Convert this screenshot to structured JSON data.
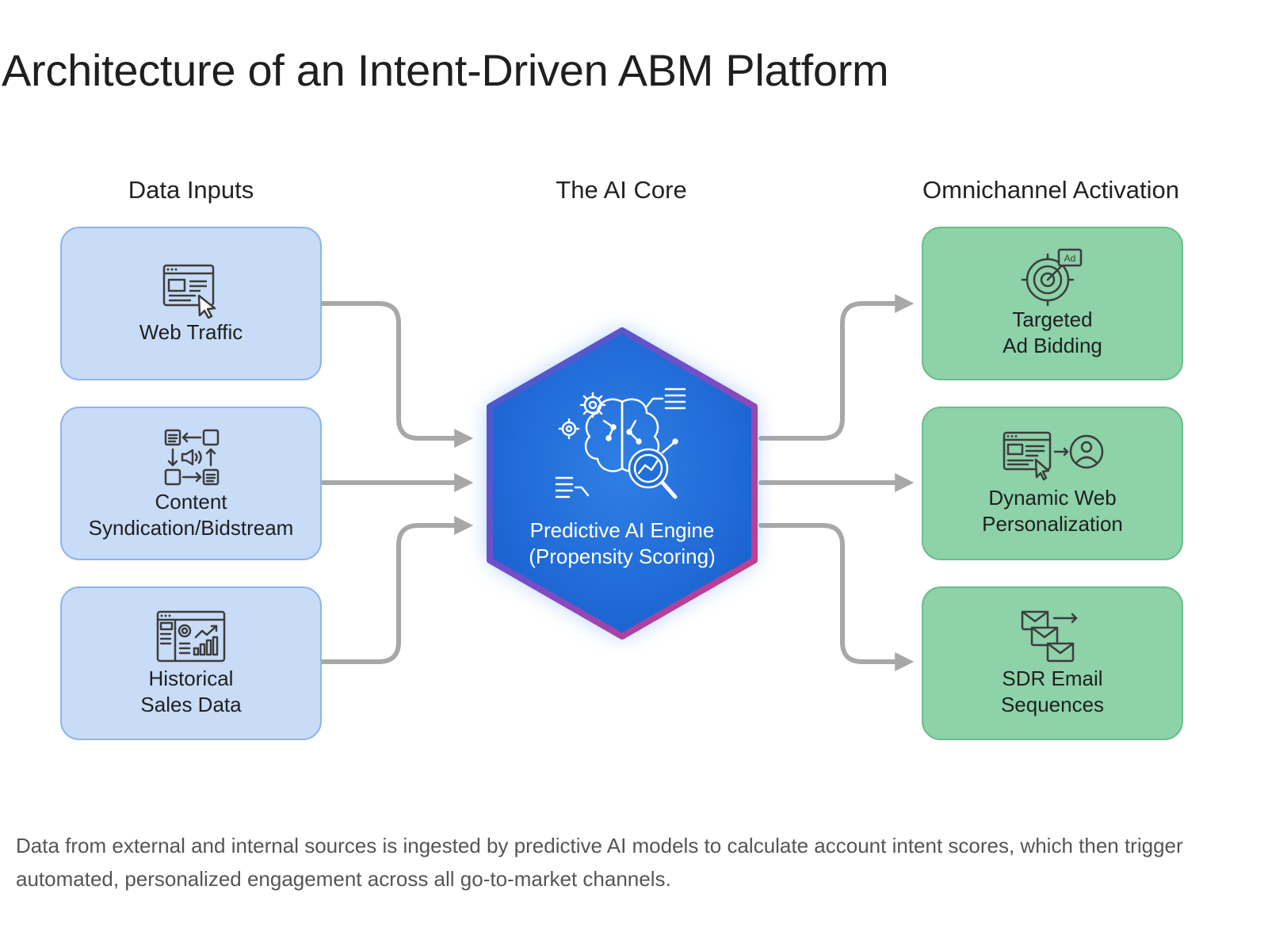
{
  "title": "Architecture of an Intent-Driven ABM Platform",
  "columns": {
    "inputs": "Data Inputs",
    "core": "The AI Core",
    "outputs": "Omnichannel Activation"
  },
  "inputs": [
    {
      "label": "Web Traffic",
      "icon": "browser-cursor-icon"
    },
    {
      "label": "Content\nSyndication/Bidstream",
      "icon": "content-exchange-icon"
    },
    {
      "label": "Historical\nSales Data",
      "icon": "crm-dashboard-icon"
    }
  ],
  "core": {
    "label": "Predictive AI Engine\n(Propensity Scoring)",
    "icon": "ai-brain-analytics-icon"
  },
  "outputs": [
    {
      "label": "Targeted\nAd Bidding",
      "icon": "ad-target-icon"
    },
    {
      "label": "Dynamic Web\nPersonalization",
      "icon": "web-to-user-icon"
    },
    {
      "label": "SDR Email\nSequences",
      "icon": "email-sequence-icon"
    }
  ],
  "caption": "Data from external and internal sources is ingested by predictive AI models to calculate account intent scores, which then trigger automated, personalized engagement across all go-to-market channels.",
  "colors": {
    "input_fill": "#c8dcf7",
    "output_fill": "#8dd2a9",
    "core_fill": "#1f6fd8",
    "core_border_start": "#3a5fd0",
    "core_border_end": "#d83a7e",
    "connector": "#a8a8a8"
  }
}
